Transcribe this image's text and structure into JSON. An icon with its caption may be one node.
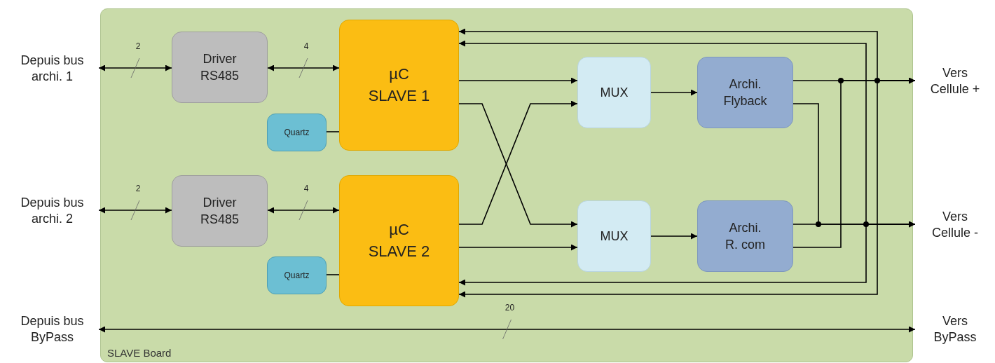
{
  "diagram": {
    "nodes": [
      {
        "text": [
          "SLAVE Board"
        ]
      },
      {
        "text": [
          "Depuis bus archi. 1"
        ]
      },
      {
        "text": [
          "Driver RS485"
        ],
        "in": 0
      },
      {
        "text": [
          "µC",
          "SLAVE 1"
        ],
        "in": 0
      },
      {
        "text": [
          "Quartz"
        ],
        "in": 0
      },
      {
        "text": [
          "Depuis bus archi. 2"
        ]
      },
      {
        "text": [
          "Driver RS485"
        ],
        "in": 0
      },
      {
        "text": [
          "µC",
          "SLAVE 2"
        ],
        "in": 0
      },
      {
        "text": [
          "Quartz"
        ],
        "in": 0
      },
      {
        "text": [
          "MUX"
        ],
        "in": 0
      },
      {
        "text": [
          "Archi. Flyback"
        ],
        "in": 0
      },
      {
        "text": [
          "MUX"
        ],
        "in": 0
      },
      {
        "text": [
          "Archi. R. com"
        ],
        "in": 0
      },
      {
        "text": [
          "Vers Cellule +"
        ]
      },
      {
        "text": [
          "Vers Cellule -"
        ]
      },
      {
        "text": [
          "Depuis bus ByPass"
        ]
      },
      {
        "text": [
          "Vers ByPass"
        ]
      }
    ],
    "edges": [
      {
        "from": 1,
        "to": 2,
        "arrow": "both",
        "label": "2"
      },
      {
        "from": 2,
        "to": 3,
        "arrow": "both",
        "label": "4"
      },
      {
        "from": 5,
        "to": 6,
        "arrow": "both",
        "label": "2"
      },
      {
        "from": 6,
        "to": 7,
        "arrow": "both",
        "label": "4"
      },
      {
        "from": 4,
        "to": 3,
        "arrow": "none"
      },
      {
        "from": 8,
        "to": 7,
        "arrow": "none"
      },
      {
        "from": 3,
        "to": 9,
        "arrow": "to"
      },
      {
        "from": 3,
        "to": 11,
        "arrow": "to"
      },
      {
        "from": 7,
        "to": 9,
        "arrow": "to"
      },
      {
        "from": 7,
        "to": 11,
        "arrow": "to"
      },
      {
        "from": 9,
        "to": 10,
        "arrow": "to"
      },
      {
        "from": 11,
        "to": 12,
        "arrow": "to"
      },
      {
        "from": 10,
        "to": 13,
        "arrow": "to"
      },
      {
        "from": 12,
        "to": 13,
        "arrow": "to"
      },
      {
        "from": 12,
        "to": 14,
        "arrow": "to"
      },
      {
        "from": 10,
        "to": 14,
        "arrow": "to"
      },
      {
        "from": 13,
        "to": 3,
        "arrow": "to"
      },
      {
        "from": 13,
        "to": 7,
        "arrow": "to"
      },
      {
        "from": 14,
        "to": 3,
        "arrow": "to"
      },
      {
        "from": 14,
        "to": 7,
        "arrow": "to"
      },
      {
        "from": 15,
        "to": 16,
        "arrow": "both",
        "label": "20"
      }
    ]
  }
}
